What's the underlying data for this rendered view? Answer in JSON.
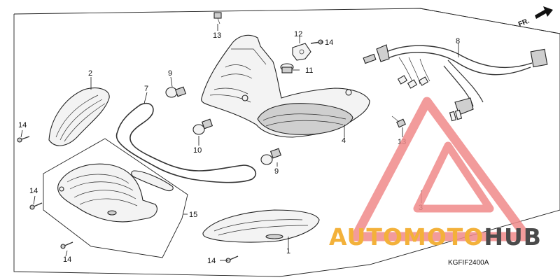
{
  "direction_label": "FR.",
  "diagram_code": "KGFIF2400A",
  "watermark": {
    "brand_left": "AUTOMOTO",
    "brand_right": "HUB",
    "color_left": "#f3b13a",
    "color_right": "#4a4a4a",
    "logo_color": "#f08a8a"
  },
  "callouts": {
    "c1": "1",
    "c2": "2",
    "c3": "3",
    "c4": "4",
    "c7": "7",
    "c9a": "9",
    "c9b": "9",
    "c10": "10",
    "c11": "11",
    "c12": "12",
    "c13a": "13",
    "c13b": "13",
    "c14a": "14",
    "c14b": "14",
    "c14c": "14",
    "c14d": "14",
    "c14e": "14",
    "c15": "15",
    "c8": "8"
  }
}
